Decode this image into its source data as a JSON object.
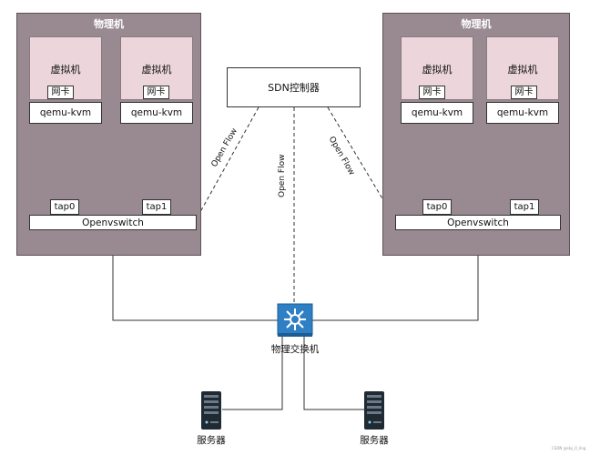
{
  "hosts": [
    {
      "title": "物理机",
      "vms": [
        {
          "label": "虚拟机",
          "nic": "网卡",
          "hypervisor": "qemu-kvm"
        },
        {
          "label": "虚拟机",
          "nic": "网卡",
          "hypervisor": "qemu-kvm"
        }
      ],
      "taps": [
        "tap0",
        "tap1"
      ],
      "switch": "Openvswitch"
    },
    {
      "title": "物理机",
      "vms": [
        {
          "label": "虚拟机",
          "nic": "网卡",
          "hypervisor": "qemu-kvm"
        },
        {
          "label": "虚拟机",
          "nic": "网卡",
          "hypervisor": "qemu-kvm"
        }
      ],
      "taps": [
        "tap0",
        "tap1"
      ],
      "switch": "Openvswitch"
    }
  ],
  "controller": {
    "label": "SDN控制器"
  },
  "links": {
    "openflow_left": "Open Flow",
    "openflow_mid": "Open Flow",
    "openflow_right": "Open Flow"
  },
  "physical_switch": {
    "label": "物理交换机"
  },
  "servers": [
    {
      "label": "服务器"
    },
    {
      "label": "服务器"
    }
  ],
  "watermark": "CSDN @sky_0_ling",
  "colors": {
    "host_bg": "#988a90",
    "vm_bg": "#ecd6dc",
    "switch_blue": "#2f7fc4",
    "server_dark": "#1f2a33"
  }
}
